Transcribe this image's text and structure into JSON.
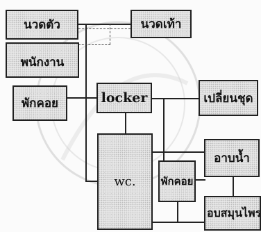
{
  "rooms": {
    "massage_body": "นวดตัว",
    "foot_massage": "นวดเท้า",
    "staff": "พนักงาน",
    "waiting_1": "พักคอย",
    "locker": "locker",
    "changing": "เปลี่ยนชุด",
    "shower": "อาบน้ำ",
    "wc": "wc.",
    "waiting_2": "พักคอย",
    "herbal_steam": "อบสมุนไพร"
  },
  "colors": {
    "line": "#222222",
    "fill": "#e7e7e7",
    "watermark": "#b8b8b8"
  }
}
